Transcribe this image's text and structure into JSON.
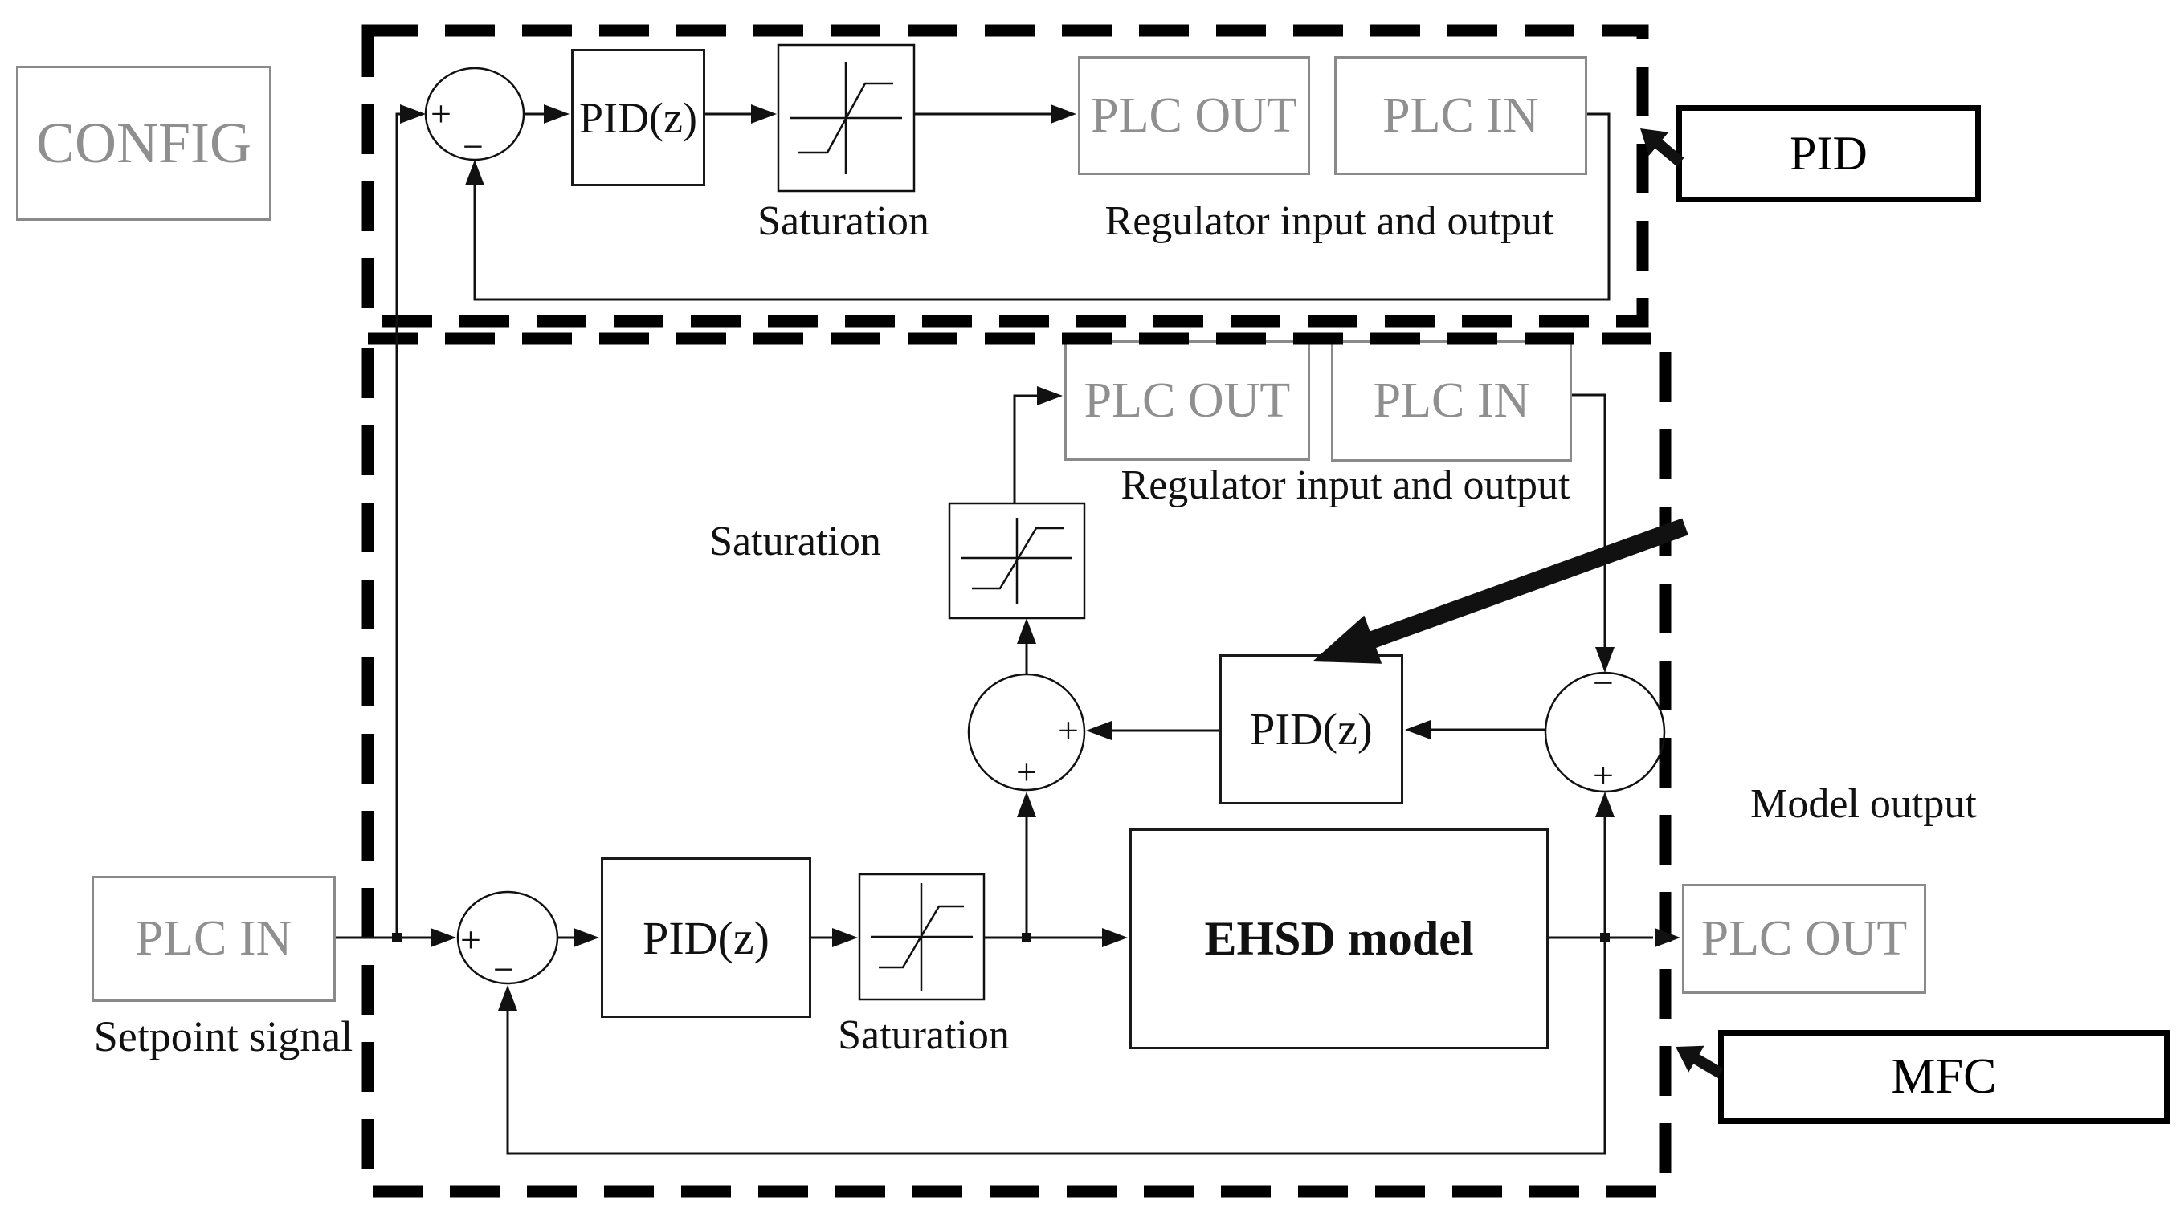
{
  "colors": {
    "gray_text": "#8f8f8f",
    "line": "#111111",
    "dash_border": "#000000"
  },
  "config_block": {
    "label": "CONFIG"
  },
  "pid_section": {
    "tag": "PID",
    "pid_z": "PID(z)",
    "saturation_label": "Saturation",
    "plc_out": "PLC OUT",
    "plc_in": "PLC IN",
    "caption": "Regulator input and output",
    "sum": {
      "left": "+",
      "bottom": "−"
    }
  },
  "mfc_section": {
    "tag": "MFC",
    "plc_out_top": "PLC OUT",
    "plc_in_top": "PLC IN",
    "caption_top": "Regulator input and output",
    "saturation_upper": "Saturation",
    "saturation_lower": "Saturation",
    "pid_z_mid": "PID(z)",
    "pid_z_lower": "PID(z)",
    "ehsd": "EHSD model",
    "model_output_caption": "Model output",
    "plc_out_right": "PLC OUT",
    "plc_in_setpoint": "PLC IN",
    "setpoint_caption": "Setpoint signal",
    "sum_mid": {
      "right": "+",
      "bottom": "+"
    },
    "sum_right": {
      "top": "−",
      "bottom": "+"
    },
    "sum_left": {
      "left": "+",
      "bottom": "−"
    }
  }
}
